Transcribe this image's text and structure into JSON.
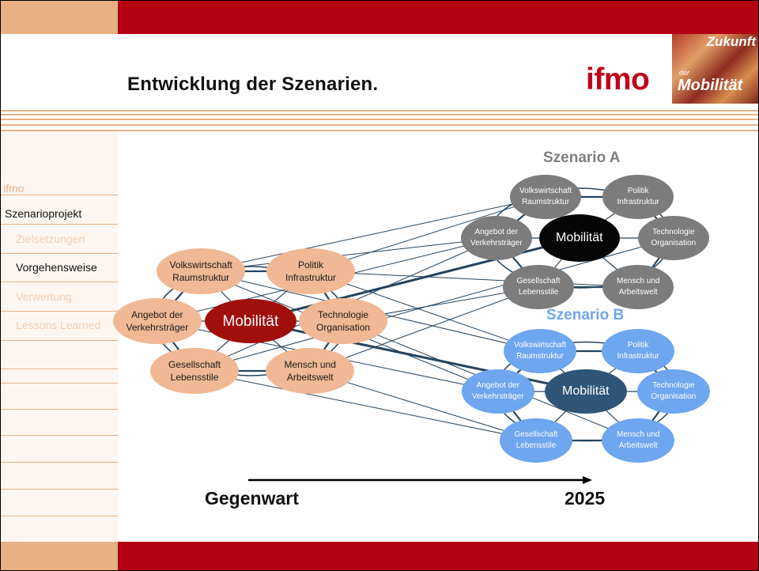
{
  "header": {
    "title": "Entwicklung der Szenarien.",
    "brand": "ifmo"
  },
  "logo": {
    "top": "Zukunft",
    "small": "der",
    "big": "Mobilität"
  },
  "nav": {
    "items": [
      {
        "label": "ifmo",
        "state": "link"
      },
      {
        "label": "Szenarioprojekt",
        "state": "active"
      },
      {
        "label": "Zielsetzungen",
        "state": "link"
      },
      {
        "label": "Vorgehensweise",
        "state": "active"
      },
      {
        "label": "Verwertung",
        "state": "link"
      },
      {
        "label": "Lessons Learned",
        "state": "link"
      }
    ]
  },
  "diagram": {
    "left": {
      "center": "Mobilität",
      "nodes": [
        {
          "id": "vr",
          "lines": [
            "Volkswirtschaft",
            "Raumstruktur"
          ]
        },
        {
          "id": "pi",
          "lines": [
            "Politik",
            "Infrastruktur"
          ]
        },
        {
          "id": "av",
          "lines": [
            "Angebot der",
            "Verkehrsträger"
          ]
        },
        {
          "id": "to",
          "lines": [
            "Technologie",
            "Organisation"
          ]
        },
        {
          "id": "gl",
          "lines": [
            "Gesellschaft",
            "Lebensstile"
          ]
        },
        {
          "id": "ma",
          "lines": [
            "Mensch und",
            "Arbeitswelt"
          ]
        }
      ]
    },
    "scenario_a": {
      "title": "Szenario A",
      "center": "Mobilität",
      "nodes": [
        {
          "id": "vr",
          "lines": [
            "Volkswirtschaft",
            "Raumstruktur"
          ]
        },
        {
          "id": "pi",
          "lines": [
            "Politik",
            "Infrastruktur"
          ]
        },
        {
          "id": "av",
          "lines": [
            "Angebot der",
            "Verkehrsträger"
          ]
        },
        {
          "id": "to",
          "lines": [
            "Technologie",
            "Organisation"
          ]
        },
        {
          "id": "gl",
          "lines": [
            "Gesellschaft",
            "Lebensstile"
          ]
        },
        {
          "id": "ma",
          "lines": [
            "Mensch und",
            "Arbeitswelt"
          ]
        }
      ]
    },
    "scenario_b": {
      "title": "Szenario B",
      "center": "Mobilität",
      "nodes": [
        {
          "id": "vr",
          "lines": [
            "Volkswirtschaft",
            "Raumstruktur"
          ]
        },
        {
          "id": "pi",
          "lines": [
            "Politik",
            "Infrastruktur"
          ]
        },
        {
          "id": "av",
          "lines": [
            "Angebot der",
            "Verkehrsträger"
          ]
        },
        {
          "id": "to",
          "lines": [
            "Technologie",
            "Organisation"
          ]
        },
        {
          "id": "gl",
          "lines": [
            "Gesellschaft",
            "Lebensstile"
          ]
        },
        {
          "id": "ma",
          "lines": [
            "Mensch und",
            "Arbeitswelt"
          ]
        }
      ]
    }
  },
  "timeline": {
    "start": "Gegenwart",
    "end": "2025"
  },
  "colors": {
    "red": "#b50012",
    "peach": "#e9b183",
    "left_node": "#f0b894",
    "left_center": "#a10f0b",
    "a_node": "#7c7c7c",
    "a_center": "#050505",
    "a_title": "#7f7f7f",
    "b_node": "#6ea6f0",
    "b_center": "#2f5577",
    "b_title": "#6fa6ef",
    "line": "#25445f"
  }
}
